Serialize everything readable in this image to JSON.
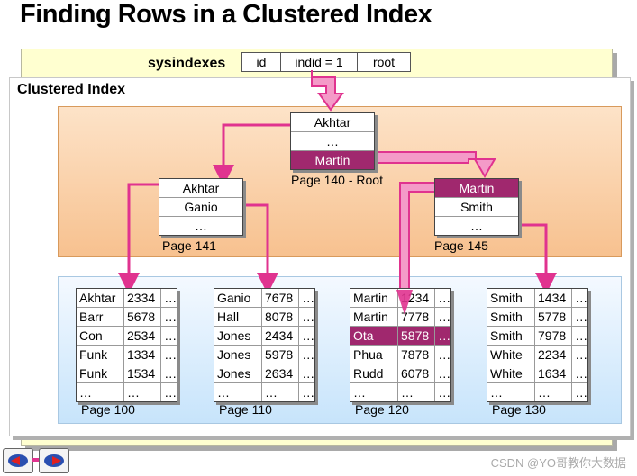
{
  "title": "Finding Rows in a Clustered Index",
  "sysindexes": {
    "label": "sysindexes",
    "columns": [
      "id",
      "indid = 1",
      "root"
    ]
  },
  "clustered_index_label": "Clustered Index",
  "root_page": {
    "rows": [
      "Akhtar",
      "…",
      "Martin"
    ],
    "highlight_index": 2,
    "caption": "Page 140 - Root"
  },
  "intermediate_pages": [
    {
      "rows": [
        "Akhtar",
        "Ganio",
        "…"
      ],
      "highlight_index": -1,
      "caption": "Page 141"
    },
    {
      "rows": [
        "Martin",
        "Smith",
        "…"
      ],
      "highlight_index": 0,
      "caption": "Page 145"
    }
  ],
  "leaf_pages": [
    {
      "caption": "Page 100",
      "highlight_index": -1,
      "rows": [
        [
          "Akhtar",
          "2334",
          "…"
        ],
        [
          "Barr",
          "5678",
          "…"
        ],
        [
          "Con",
          "2534",
          "…"
        ],
        [
          "Funk",
          "1334",
          "…"
        ],
        [
          "Funk",
          "1534",
          "…"
        ],
        [
          "…",
          "…",
          "…"
        ]
      ]
    },
    {
      "caption": "Page 110",
      "highlight_index": -1,
      "rows": [
        [
          "Ganio",
          "7678",
          "…"
        ],
        [
          "Hall",
          "8078",
          "…"
        ],
        [
          "Jones",
          "2434",
          "…"
        ],
        [
          "Jones",
          "5978",
          "…"
        ],
        [
          "Jones",
          "2634",
          "…"
        ],
        [
          "…",
          "…",
          "…"
        ]
      ]
    },
    {
      "caption": "Page 120",
      "highlight_index": 2,
      "rows": [
        [
          "Martin",
          "1234",
          "…"
        ],
        [
          "Martin",
          "7778",
          "…"
        ],
        [
          "Ota",
          "5878",
          "…"
        ],
        [
          "Phua",
          "7878",
          "…"
        ],
        [
          "Rudd",
          "6078",
          "…"
        ],
        [
          "…",
          "…",
          "…"
        ]
      ]
    },
    {
      "caption": "Page 130",
      "highlight_index": -1,
      "rows": [
        [
          "Smith",
          "1434",
          "…"
        ],
        [
          "Smith",
          "5778",
          "…"
        ],
        [
          "Smith",
          "7978",
          "…"
        ],
        [
          "White",
          "2234",
          "…"
        ],
        [
          "White",
          "1634",
          "…"
        ],
        [
          "…",
          "…",
          "…"
        ]
      ]
    }
  ],
  "watermark": "CSDN @YO哥教你大数据",
  "colors": {
    "highlight": "#a0286e",
    "arrow_primary": "#e0338f",
    "arrow_light": "#f49ac8"
  }
}
